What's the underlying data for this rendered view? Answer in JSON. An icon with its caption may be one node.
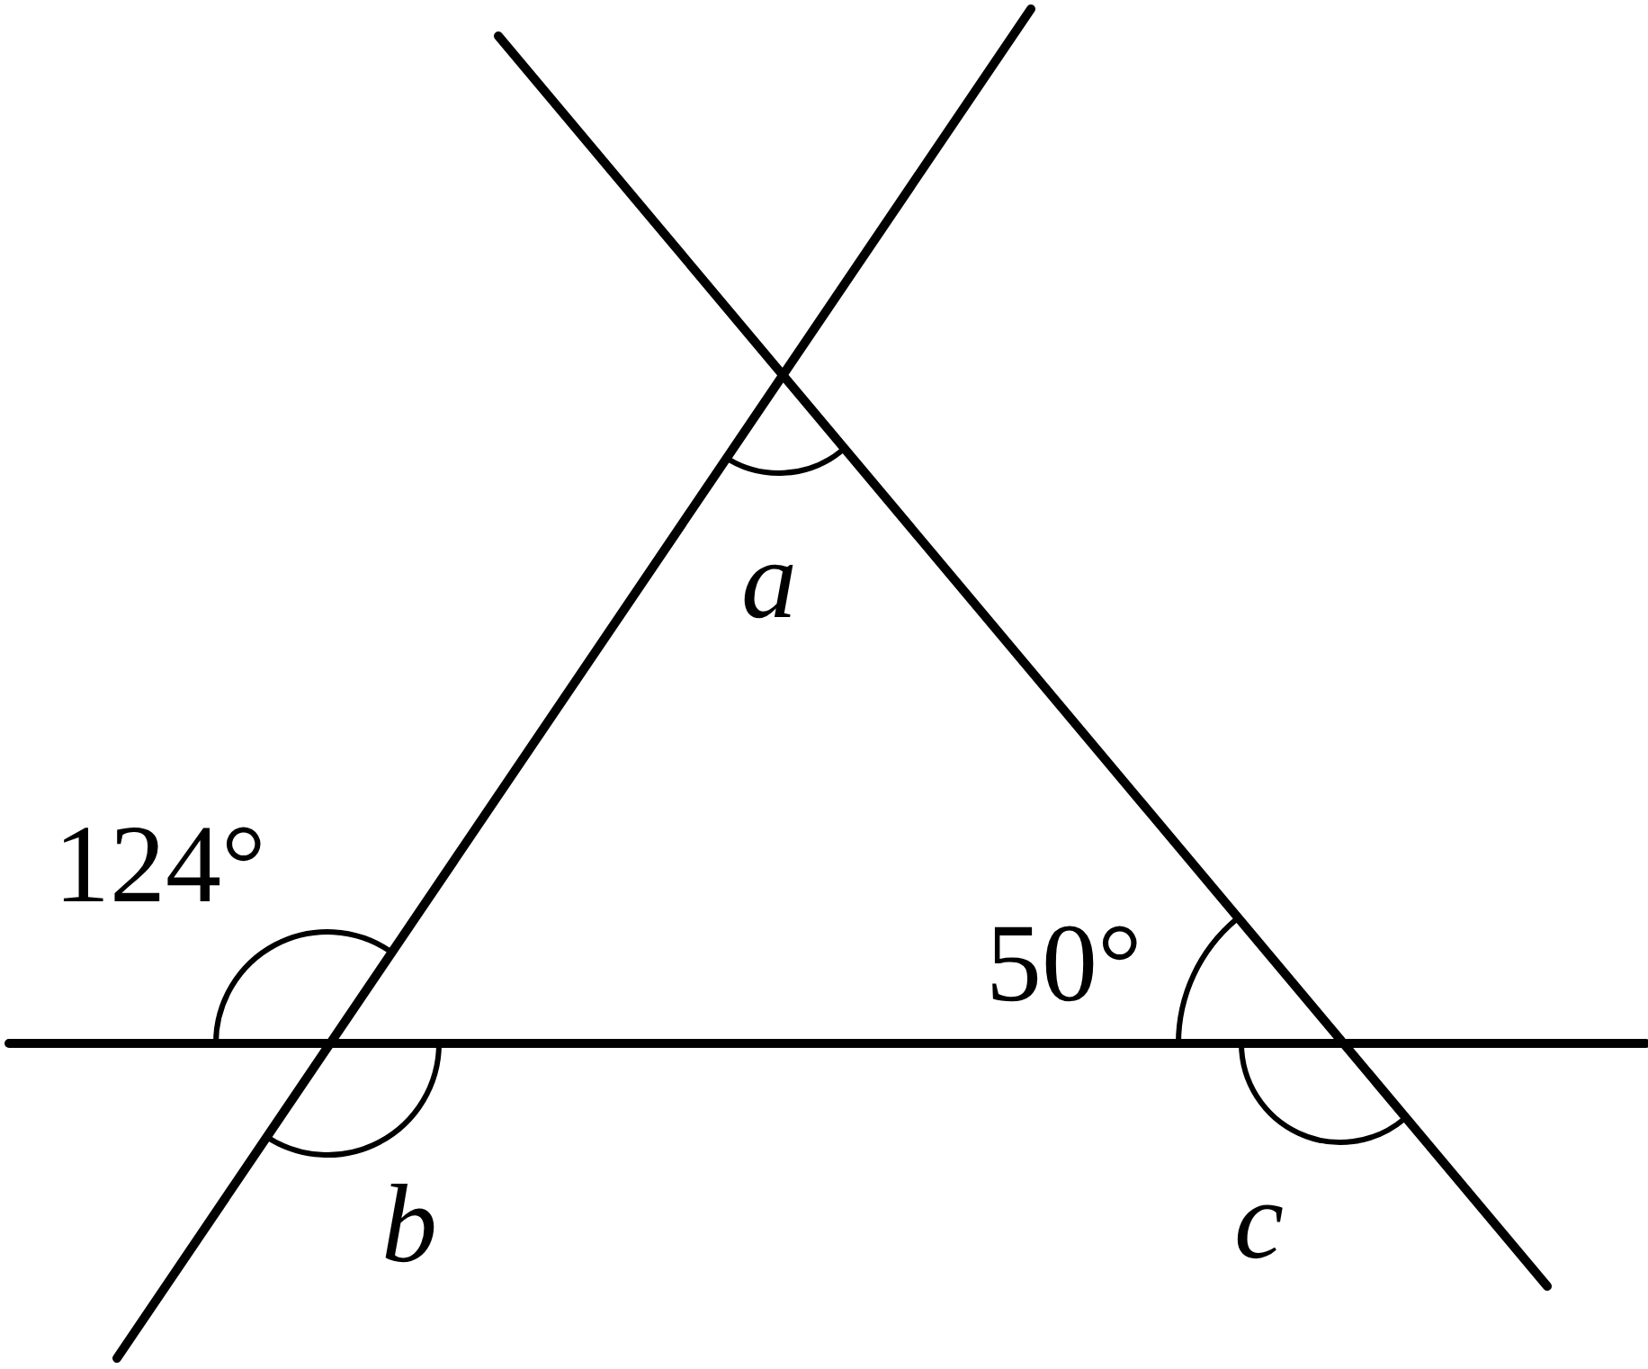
{
  "diagram": {
    "labels": [
      "a",
      "124°",
      "50°",
      "b",
      "c"
    ]
  }
}
